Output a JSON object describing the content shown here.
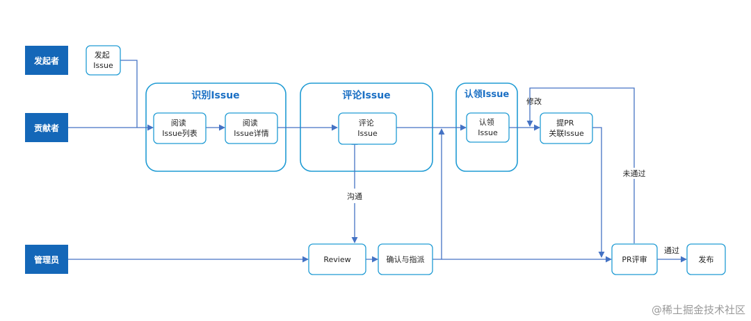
{
  "actors": {
    "initiator": "发起者",
    "contributor": "贡献者",
    "admin": "管理员"
  },
  "groups": {
    "identify": "识别Issue",
    "comment": "评论Issue",
    "claim": "认领Issue"
  },
  "nodes": {
    "raise_issue": [
      "发起",
      "Issue"
    ],
    "read_list": [
      "阅读",
      "Issue列表"
    ],
    "read_detail": [
      "阅读",
      "Issue详情"
    ],
    "comment_issue": [
      "评论",
      "Issue"
    ],
    "claim_issue": [
      "认领",
      "Issue"
    ],
    "submit_pr": [
      "提PR",
      "关联Issue"
    ],
    "review": [
      "Review"
    ],
    "confirm_assign": [
      "确认与指派"
    ],
    "pr_review": [
      "PR评审"
    ],
    "release": [
      "发布"
    ]
  },
  "edge_labels": {
    "communicate": "沟通",
    "modify": "修改",
    "not_passed": "未通过",
    "passed": "通过"
  },
  "watermark": "@稀土掘金技术社区",
  "colors": {
    "actor_fill": "#1467b8",
    "stroke": "#1f9bd4",
    "arrow": "#4472c4",
    "group_title": "#1a6fc4"
  }
}
